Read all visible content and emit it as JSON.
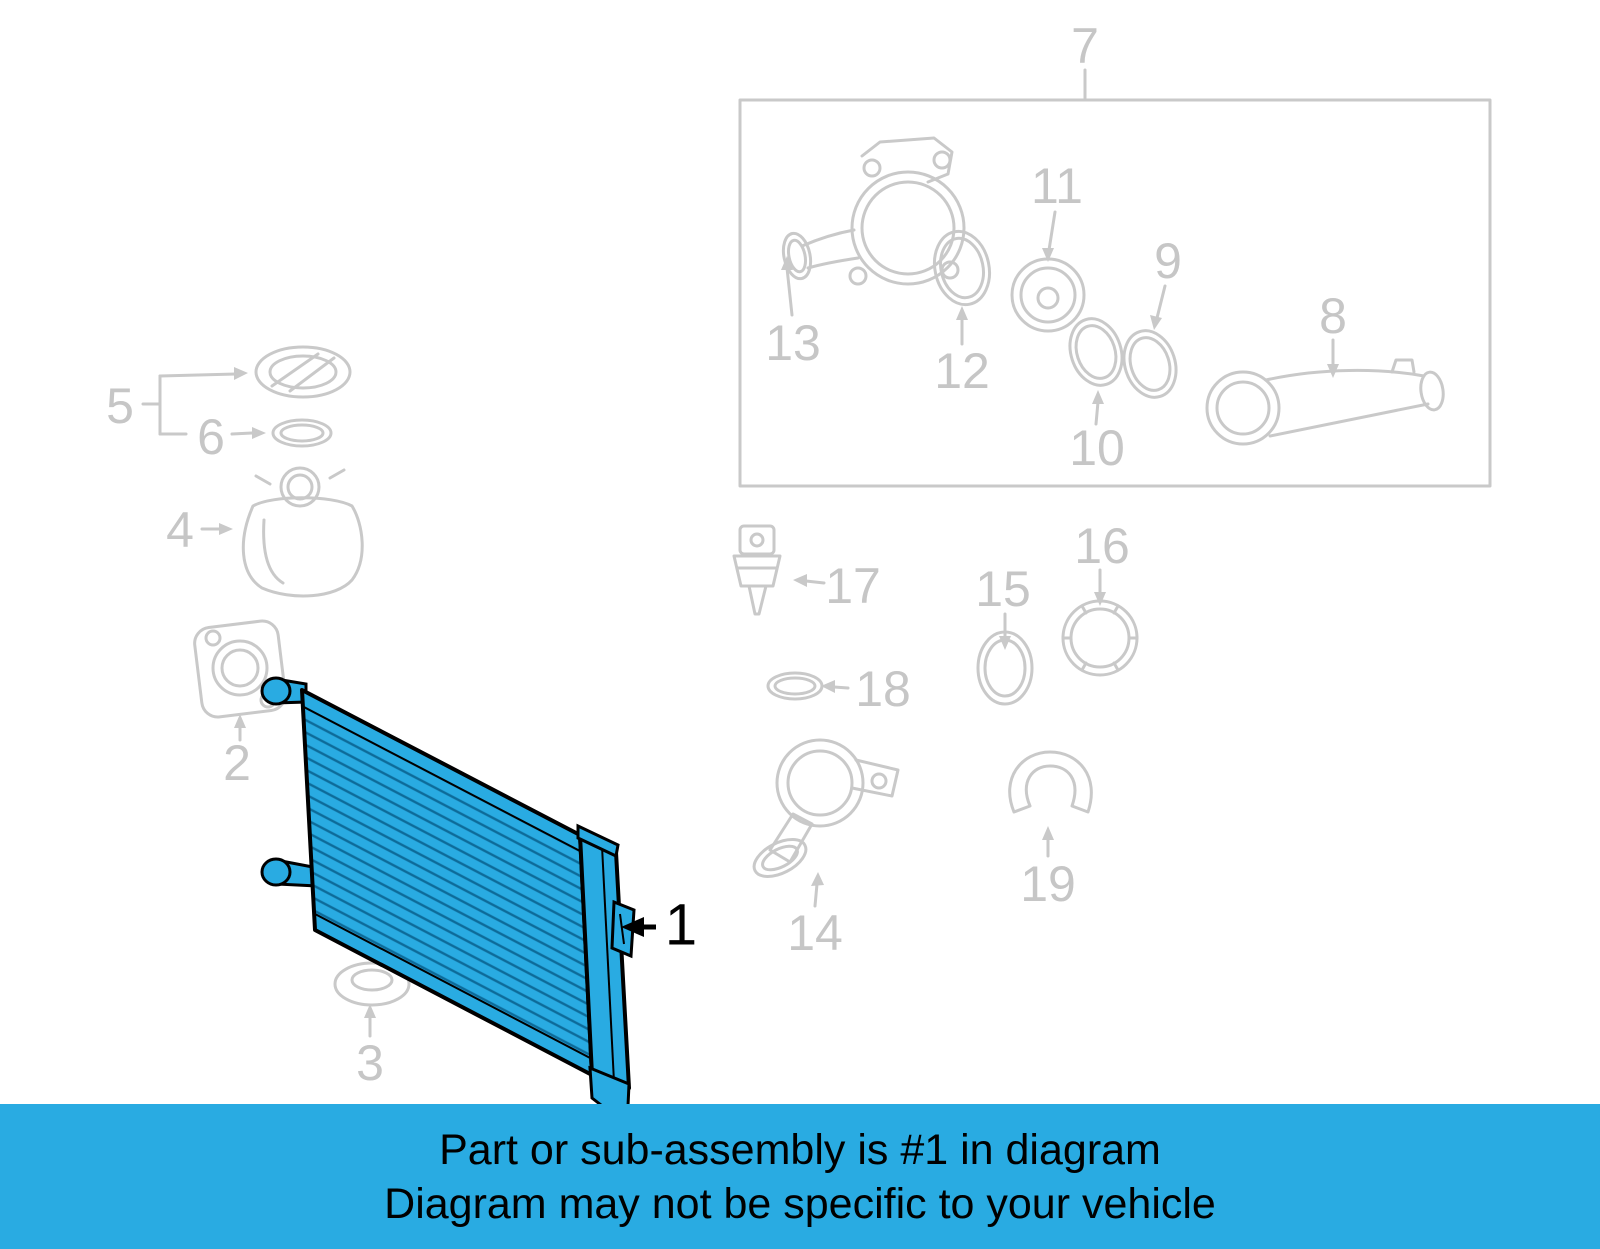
{
  "colors": {
    "highlight_blue": "#29abe2",
    "banner_background": "#29abe2",
    "diagram_line_gray": "#c9c9c9",
    "text_black": "#000000"
  },
  "diagram": {
    "type": "exploded-parts-diagram",
    "highlighted_part": "1",
    "parts": [
      {
        "number": "1",
        "highlighted": true
      },
      {
        "number": "2",
        "highlighted": false
      },
      {
        "number": "3",
        "highlighted": false
      },
      {
        "number": "4",
        "highlighted": false
      },
      {
        "number": "5",
        "highlighted": false
      },
      {
        "number": "6",
        "highlighted": false
      },
      {
        "number": "7",
        "highlighted": false
      },
      {
        "number": "8",
        "highlighted": false
      },
      {
        "number": "9",
        "highlighted": false
      },
      {
        "number": "10",
        "highlighted": false
      },
      {
        "number": "11",
        "highlighted": false
      },
      {
        "number": "12",
        "highlighted": false
      },
      {
        "number": "13",
        "highlighted": false
      },
      {
        "number": "14",
        "highlighted": false
      },
      {
        "number": "15",
        "highlighted": false
      },
      {
        "number": "16",
        "highlighted": false
      },
      {
        "number": "17",
        "highlighted": false
      },
      {
        "number": "18",
        "highlighted": false
      },
      {
        "number": "19",
        "highlighted": false
      }
    ]
  },
  "banner": {
    "line1": "Part or sub-assembly is #1 in diagram",
    "line2": "Diagram may not be specific to your vehicle"
  }
}
